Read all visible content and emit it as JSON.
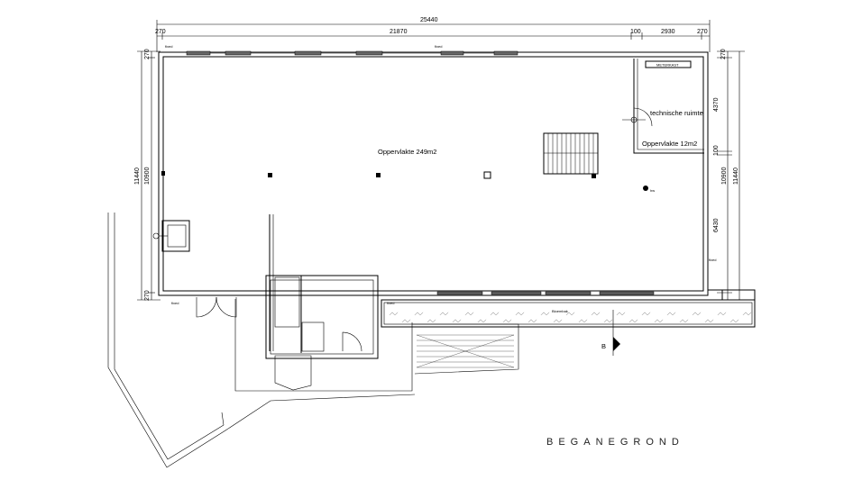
{
  "sheet": {
    "title": "BEGANEGROND"
  },
  "dimensions": {
    "top_total": "25440",
    "top_left_margin": "270",
    "top_main": "21870",
    "top_small": "100",
    "top_right": "2930",
    "top_right_margin": "270",
    "left_outer": "11440",
    "left_inner": "10900",
    "left_top": "270",
    "left_bottom": "270",
    "right_outer": "11440",
    "right_inner": "10900",
    "right_top": "270",
    "right_upper": "4370",
    "right_mid": "100",
    "right_lower": "6430"
  },
  "rooms": {
    "main_area": "Oppervlakte  249m2",
    "technical_room": "technische ruimte",
    "technical_area": "Oppervlakte  12m2",
    "meter_cupboard": "METERKAST"
  },
  "labels": {
    "planter": "Bloembak",
    "section_marker": "B",
    "fixed_label": "fixed",
    "column_label": "h",
    "drain_label": "hw"
  }
}
